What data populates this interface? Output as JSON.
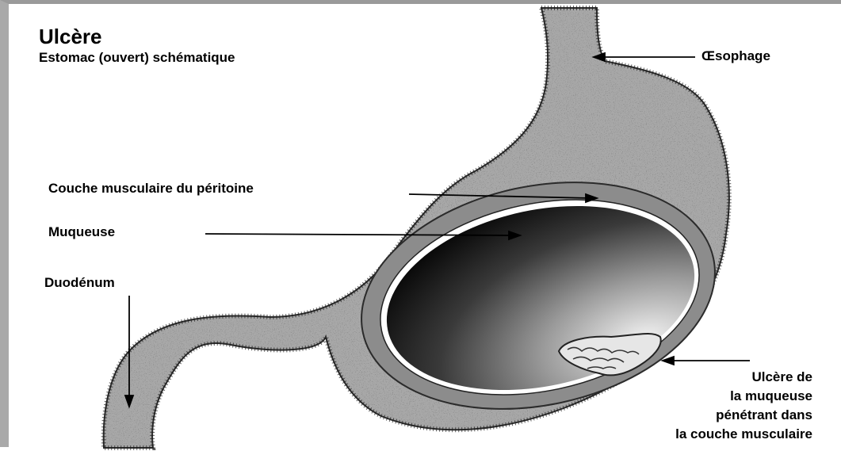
{
  "diagram": {
    "title": "Ulcère",
    "subtitle": "Estomac (ouvert) schématique",
    "labels": {
      "oesophage": "Œsophage",
      "couche_musculaire": "Couche musculaire du péritoine",
      "muqueuse": "Muqueuse",
      "duodenum": "Duodénum",
      "ulcere": [
        "Ulcère de",
        "la muqueuse",
        "pénétrant dans",
        "la couche musculaire"
      ]
    },
    "colors": {
      "stomach_fill": "#a8a8a8",
      "muscle_layer": "#8c8c8c",
      "mucosa_line": "#ffffff",
      "cavity_dark": "#0b0b0b",
      "cavity_light": "#f2f2f2",
      "frame_gray": "#a9a9a9"
    }
  }
}
